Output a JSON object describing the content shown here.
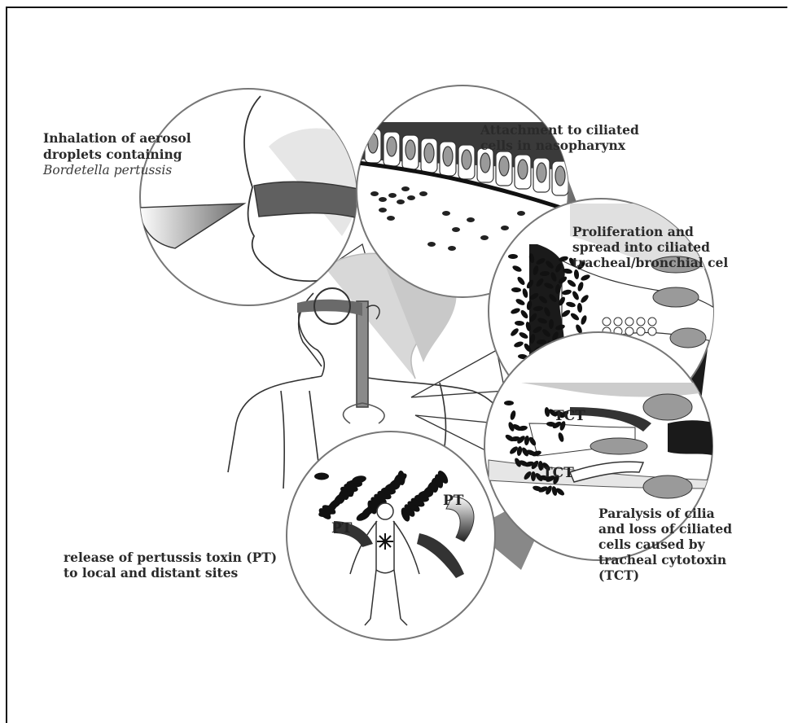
{
  "labels": {
    "inhalation_line1": "Inhalation of aerosol",
    "inhalation_line2": "droplets containing",
    "inhalation_line3": "Bordetella pertussis",
    "attachment_line1": "Attachment to ciliated",
    "attachment_line2": "cells in nasopharynx",
    "proliferation_line1": "Proliferation and",
    "proliferation_line2": "spread into ciliated",
    "proliferation_line3": "tracheal/bronchial cel",
    "paralysis_line1": "Paralysis of cilia",
    "paralysis_line2": "and loss of ciliated",
    "paralysis_line3": "cells caused by",
    "paralysis_line4": "tracheal cytotoxin",
    "paralysis_line5": "(TCT)",
    "release_line1": "release of pertussis toxin (PT)",
    "release_line2": "to local and distant sites"
  },
  "tags": {
    "tct_upper": "TCT",
    "tct_lower": "TCT",
    "pt_right": "PT",
    "pt_left": "PT"
  },
  "colors": {
    "outline": "#333333",
    "dark": "#1e1e1e",
    "mid_gray": "#9a9a9a",
    "light_gray": "#cfcfcf"
  }
}
